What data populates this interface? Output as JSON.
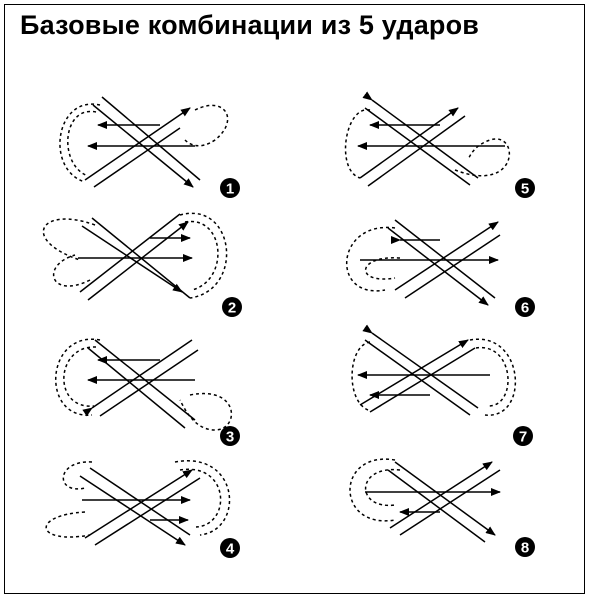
{
  "title": "Базовые комбинации из 5 ударов",
  "combinations": [
    {
      "number": "1",
      "side": "left"
    },
    {
      "number": "2",
      "side": "left"
    },
    {
      "number": "3",
      "side": "left"
    },
    {
      "number": "4",
      "side": "left"
    },
    {
      "number": "5",
      "side": "right"
    },
    {
      "number": "6",
      "side": "right"
    },
    {
      "number": "7",
      "side": "right"
    },
    {
      "number": "8",
      "side": "right"
    }
  ]
}
